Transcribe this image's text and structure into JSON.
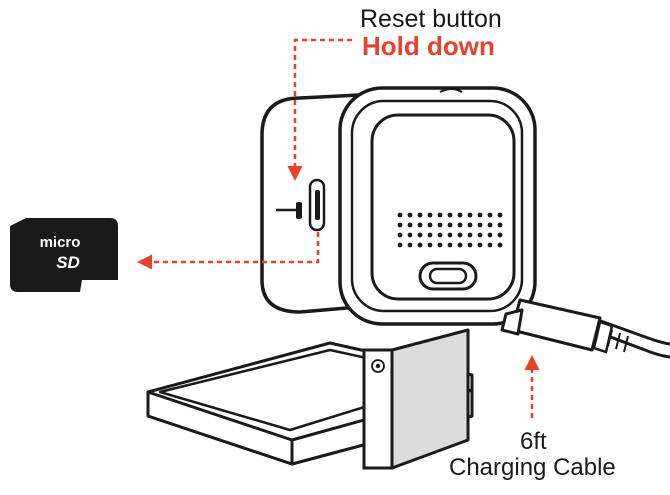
{
  "labels": {
    "reset": "Reset button",
    "hold": "Hold down",
    "cable_length": "6ft",
    "cable": "Charging Cable",
    "sd_card_top": "micro",
    "sd_card_bottom": "SD"
  },
  "colors": {
    "accent": "#e8412c",
    "stroke": "#1a1a1a",
    "fill": "#ffffff",
    "shade": "#dcdcdc"
  },
  "icons": [
    "micro-sd-card-icon",
    "camera-icon",
    "charging-cable-icon"
  ]
}
